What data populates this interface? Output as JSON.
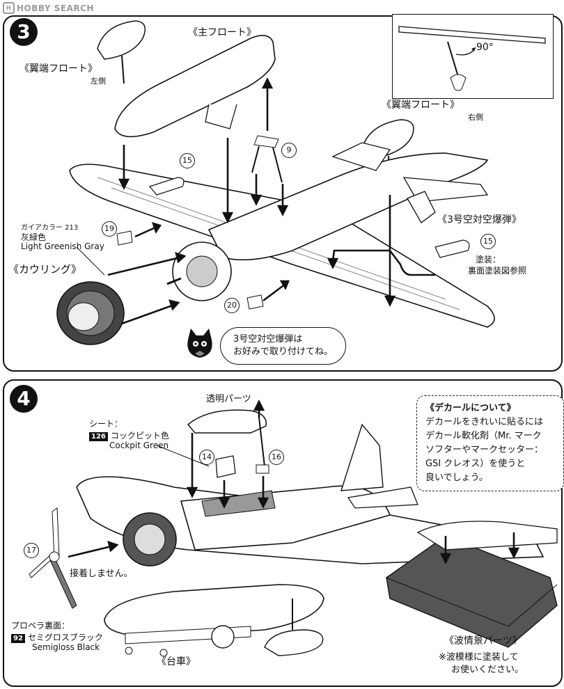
{
  "watermark": {
    "logo_letter": "H",
    "text": "HOBBY SEARCH"
  },
  "step3": {
    "number": "3",
    "main_float": "《主フロート》",
    "wingtip_float_left": "《翼端フロート》",
    "left_side": "左側",
    "wingtip_float_right": "《翼端フロート》",
    "right_side": "右側",
    "angle": "90°",
    "cowling": "《カウリング》",
    "paint_brand": "ガイアカラー 213",
    "paint_jp": "灰緑色",
    "paint_en": "Light Greenish Gray",
    "bomb_title": "《3号空対空爆弾》",
    "bomb_paint_line1": "塗装：",
    "bomb_paint_line2": "裏面塗装図参照",
    "bubble_line1": "3号空対空爆弾は",
    "bubble_line2": "お好みで取り付けてね。",
    "parts": {
      "p9": "9",
      "p15a": "15",
      "p15b": "15",
      "p19": "19",
      "p20": "20"
    }
  },
  "step4": {
    "number": "4",
    "clear_parts": "透明パーツ",
    "seat": "シート：",
    "seat_code": "126",
    "seat_color_jp": "コックピット色",
    "seat_color_en": "Cockpit Green",
    "decal_title": "《デカールについて》",
    "decal_lines": [
      "デカールをきれいに貼るには",
      "デカール軟化剤（Mr. マーク",
      "ソフターやマークセッター：",
      "GSI クレオス）を使うと",
      "良いでしょう。"
    ],
    "no_glue": "接着しません。",
    "prop_back": "プロペラ裏面：",
    "prop_code": "92",
    "prop_color_jp": "セミグロスブラック",
    "prop_color_en": "Semigloss Black",
    "dolly": "《台車》",
    "wave_title": "《波情景パーツ》",
    "wave_line1": "※波模様に塗装して",
    "wave_line2": "お使いください。",
    "parts": {
      "p14": "14",
      "p16": "16",
      "p17": "17"
    }
  }
}
